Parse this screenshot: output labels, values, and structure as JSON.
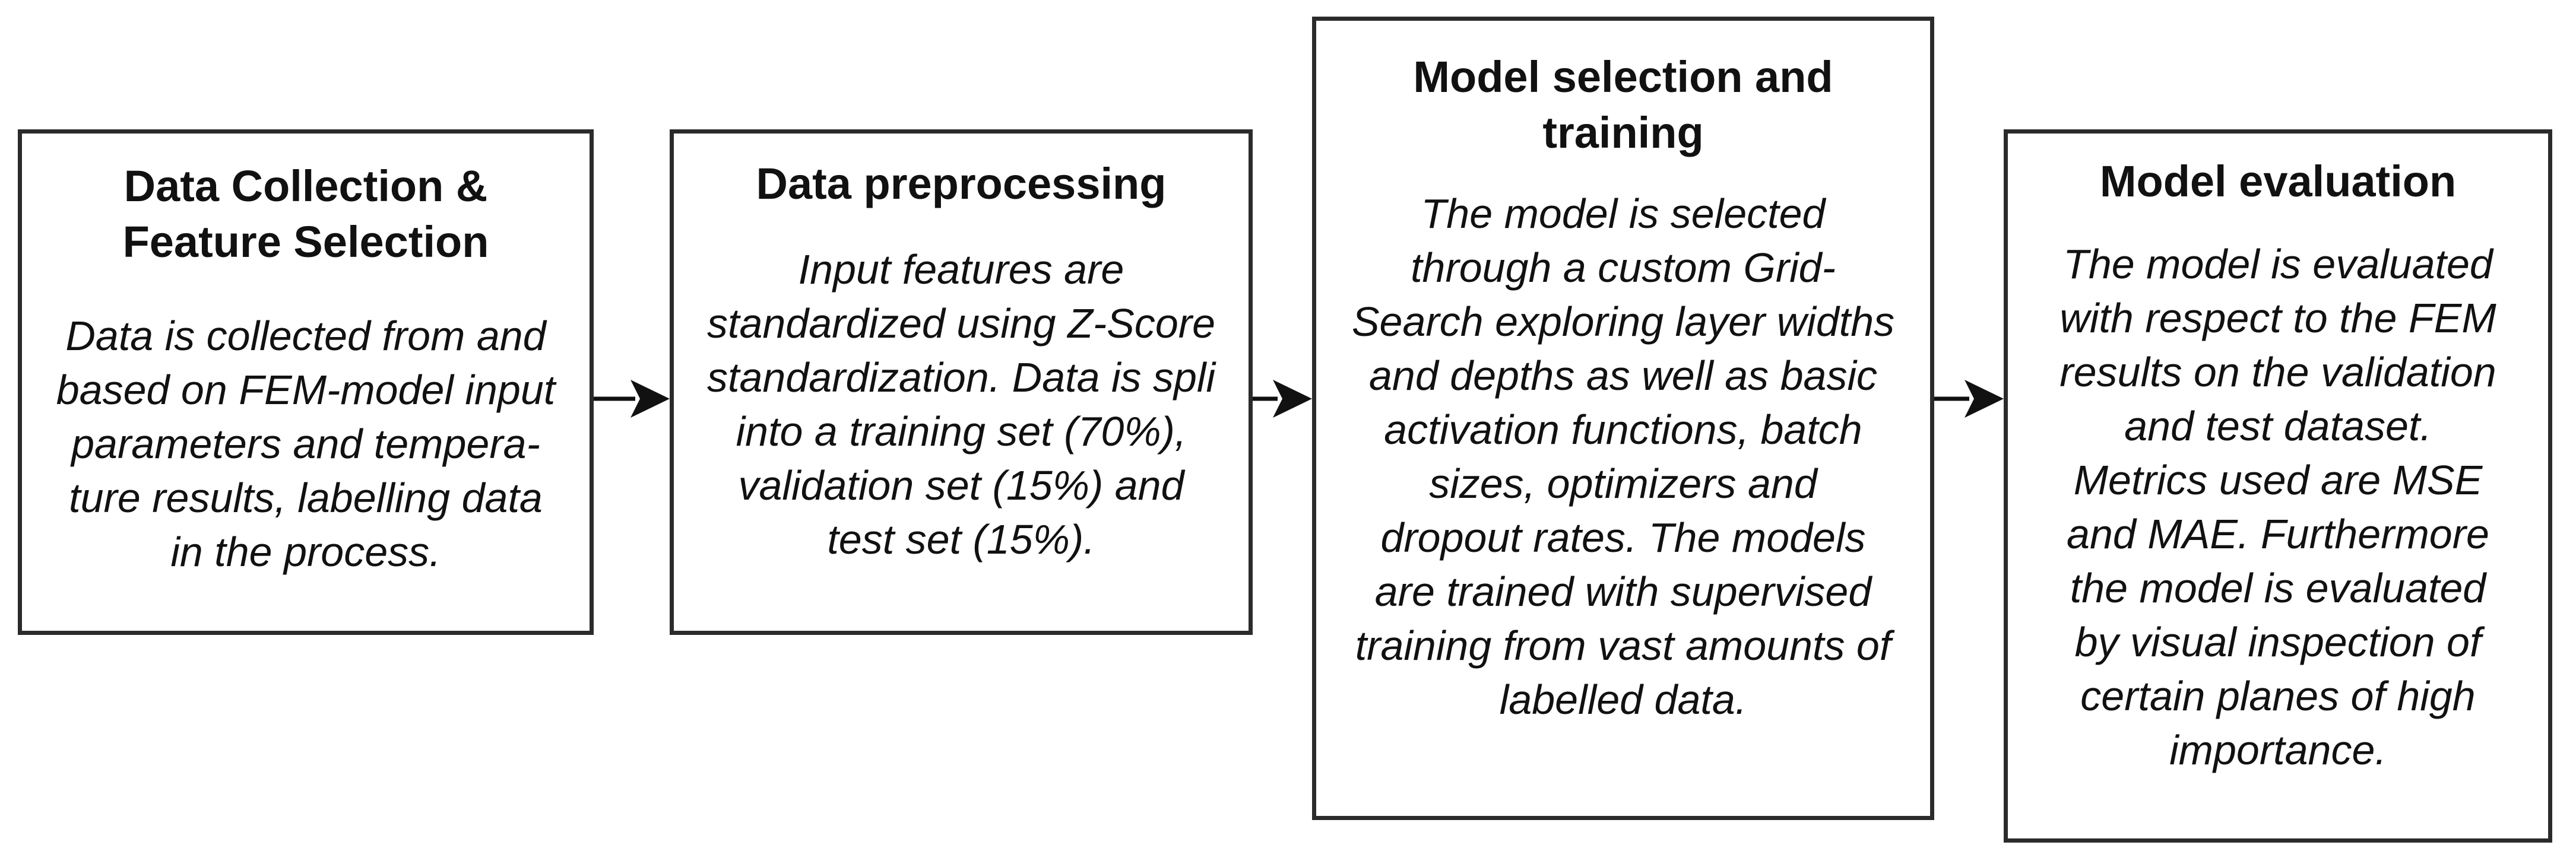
{
  "steps": [
    {
      "title": "Data Collection &\nFeature Selection",
      "body": "Data is collected from and\nbased on FEM-model input\nparameters and tempera-\nture results, labelling data\nin the process."
    },
    {
      "title": "Data preprocessing",
      "body": "Input features are\nstandardized using Z-Score\nstandardization. Data is spli\ninto a training set (70%),\nvalidation set (15%) and\ntest set (15%)."
    },
    {
      "title": "Model selection and\ntraining",
      "body": "The model is selected\nthrough a custom Grid-\nSearch exploring layer widths\nand depths as well as basic\nactivation functions, batch\nsizes, optimizers and\ndropout rates. The models\nare trained with supervised\ntraining from vast amounts of\nlabelled data."
    },
    {
      "title": "Model evaluation",
      "body": "The model is evaluated\nwith respect to the FEM\nresults on the validation\nand test dataset.\nMetrics used are MSE\nand MAE. Furthermore\nthe model is evaluated\nby visual inspection of\ncertain planes of high\nimportance."
    }
  ],
  "colors": {
    "border": "#2b2b2b",
    "arrow": "#111111",
    "text": "#111111",
    "background": "#ffffff"
  }
}
